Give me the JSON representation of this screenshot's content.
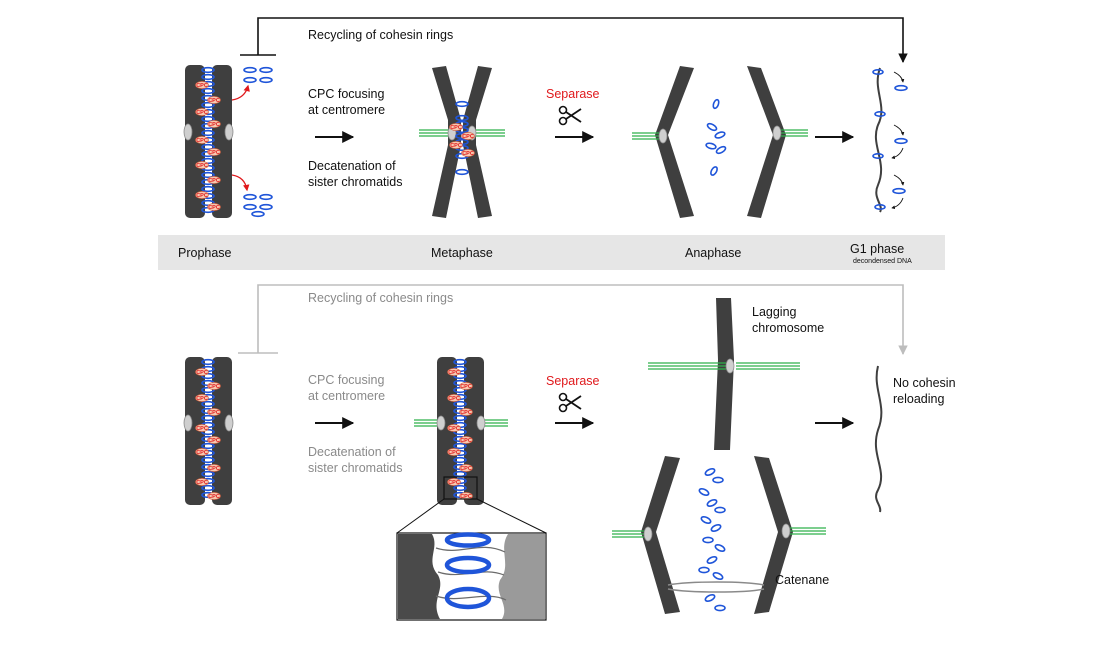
{
  "top_panel": {
    "recycling_label": "Recycling of cohesin rings",
    "cpc_label_line1": "CPC focusing",
    "cpc_label_line2": "at centromere",
    "decat_label_line1": "Decatenation of",
    "decat_label_line2": "sister chromatids",
    "separase_label": "Separase"
  },
  "phase_band": {
    "prophase": "Prophase",
    "metaphase": "Metaphase",
    "anaphase": "Anaphase",
    "g1": "G1 phase",
    "g1_sub": "decondensed DNA"
  },
  "bottom_panel": {
    "recycling_label": "Recycling of cohesin rings",
    "cpc_label_line1": "CPC focusing",
    "cpc_label_line2": "at centromere",
    "decat_label_line1": "Decatenation of",
    "decat_label_line2": "sister chromatids",
    "separase_label": "Separase",
    "lagging_line1": "Lagging",
    "lagging_line2": "chromosome",
    "no_cohesin_line1": "No cohesin",
    "no_cohesin_line2": "reloading",
    "catenane_label": "Catenane"
  },
  "cpc_marker": "CPC",
  "colors": {
    "chromatin": "#3f3f3f",
    "cohesin": "#1f55d9",
    "spindle": "#2fb04a",
    "separase": "#e0191c",
    "band": "#e6e6e6",
    "inactive_text": "#8a8a8a"
  }
}
